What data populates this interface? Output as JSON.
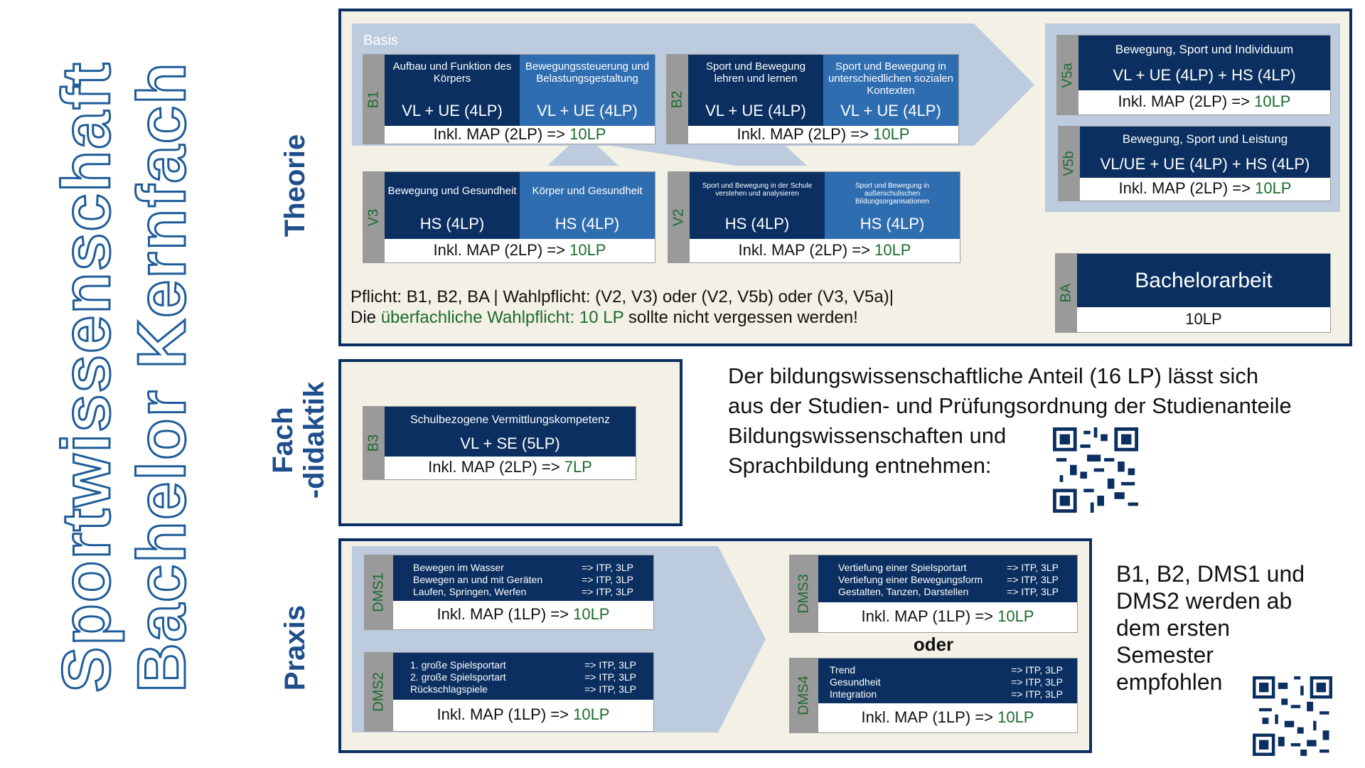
{
  "title": {
    "line1": "Sportwissenschaft",
    "line2": "Bachelor Kernfach"
  },
  "sections": {
    "theorie": "Theorie",
    "fach1": "Fach",
    "fach2": "-didaktik",
    "praxis": "Praxis"
  },
  "basis_label": "Basis",
  "modules": {
    "b1": {
      "id": "B1",
      "left_title": "Aufbau und Funktion des Körpers",
      "left_type": "VL + UE (4LP)",
      "right_title": "Bewegungssteuerung und Belastungsgestaltung",
      "right_type": "VL + UE (4LP)",
      "foot_pre": "Inkl. MAP (2LP) =>",
      "foot_lp": "10LP"
    },
    "b2": {
      "id": "B2",
      "left_title": "Sport und Bewegung lehren und lernen",
      "left_type": "VL + UE (4LP)",
      "right_title": "Sport und Bewegung in unterschiedlichen sozialen Kontexten",
      "right_type": "VL + UE (4LP)",
      "foot_pre": "Inkl. MAP (2LP) =>",
      "foot_lp": "10LP"
    },
    "v3": {
      "id": "V3",
      "left_title": "Bewegung und Gesundheit",
      "left_type": "HS (4LP)",
      "right_title": "Körper und Gesundheit",
      "right_type": "HS (4LP)",
      "foot_pre": "Inkl. MAP (2LP) =>",
      "foot_lp": "10LP"
    },
    "v2": {
      "id": "V2",
      "left_title": "Sport und Bewegung in der Schule verstehen und analysieren",
      "left_type": "HS (4LP)",
      "right_title": "Sport und Bewegung in außerschulischen Bildungsorganisationen",
      "right_type": "HS (4LP)",
      "foot_pre": "Inkl. MAP (2LP) =>",
      "foot_lp": "10LP"
    },
    "v5a": {
      "id": "V5a",
      "title": "Bewegung, Sport und Individuum",
      "type": "VL + UE (4LP) + HS (4LP)",
      "foot_pre": "Inkl. MAP (2LP) =>",
      "foot_lp": "10LP"
    },
    "v5b": {
      "id": "V5b",
      "title": "Bewegung, Sport und Leistung",
      "type": "VL/UE + UE (4LP) + HS (4LP)",
      "foot_pre": "Inkl. MAP (2LP) =>",
      "foot_lp": "10LP"
    },
    "ba": {
      "id": "BA",
      "title": "Bachelorarbeit",
      "lp": "10LP"
    },
    "b3": {
      "id": "B3",
      "title": "Schulbezogene Vermittlungskompetenz",
      "type": "VL + SE (5LP)",
      "foot_pre": "Inkl. MAP (2LP) =>",
      "foot_lp": "7LP"
    },
    "dms1": {
      "id": "DMS1",
      "rows": [
        [
          "Bewegen im Wasser",
          "=> ITP, 3LP"
        ],
        [
          "Bewegen an und mit Geräten",
          "=> ITP, 3LP"
        ],
        [
          "Laufen, Springen, Werfen",
          "=> ITP, 3LP"
        ]
      ],
      "foot_pre": "Inkl. MAP (1LP) =>",
      "foot_lp": "10LP"
    },
    "dms2": {
      "id": "DMS2",
      "rows": [
        [
          "1. große Spielsportart",
          "=> ITP, 3LP"
        ],
        [
          "2. große Spielsportart",
          "=> ITP, 3LP"
        ],
        [
          "Rückschlagspiele",
          "=> ITP, 3LP"
        ]
      ],
      "foot_pre": "Inkl. MAP (1LP) =>",
      "foot_lp": "10LP"
    },
    "dms3": {
      "id": "DMS3",
      "rows": [
        [
          "Vertiefung einer Spielsportart",
          "=> ITP, 3LP"
        ],
        [
          "Vertiefung einer Bewegungsform",
          "=> ITP, 3LP"
        ],
        [
          "Gestalten, Tanzen, Darstellen",
          "=> ITP, 3LP"
        ]
      ],
      "foot_pre": "Inkl. MAP (1LP) =>",
      "foot_lp": "10LP"
    },
    "dms4": {
      "id": "DMS4",
      "rows": [
        [
          "Trend",
          "=> ITP, 3LP"
        ],
        [
          "Gesundheit",
          "=> ITP, 3LP"
        ],
        [
          "Integration",
          "=> ITP, 3LP"
        ]
      ],
      "foot_pre": "Inkl. MAP (1LP) =>",
      "foot_lp": "10LP"
    }
  },
  "oder": "oder",
  "pflicht_line": "Pflicht: B1, B2, BA  |  Wahlpflicht: (V2, V3) oder (V2, V5b) oder (V3, V5a)|",
  "wahl_pre": "Die",
  "wahl_green": "überfachliche Wahlpflicht: 10 LP",
  "wahl_post": "sollte nicht vergessen werden!",
  "bildung_text": {
    "l1": "Der bildungswissenschaftliche Anteil (16 LP) lässt sich",
    "l2": "aus der Studien- und Prüfungsordnung der Studienanteile",
    "l3": "Bildungswissenschaften und",
    "l4": "Sprachbildung entnehmen:"
  },
  "empf_text": {
    "l1": "B1, B2, DMS1 und",
    "l2": "DMS2 werden ab",
    "l3": "dem ersten",
    "l4": "Semester",
    "l5": "empfohlen"
  },
  "colors": {
    "dark": "#0a2f60",
    "mid": "#2f6db1",
    "panel": "#f3f1e5",
    "light": "#bccbdd",
    "green": "#1d6b30",
    "label": "#1f4e8c"
  }
}
